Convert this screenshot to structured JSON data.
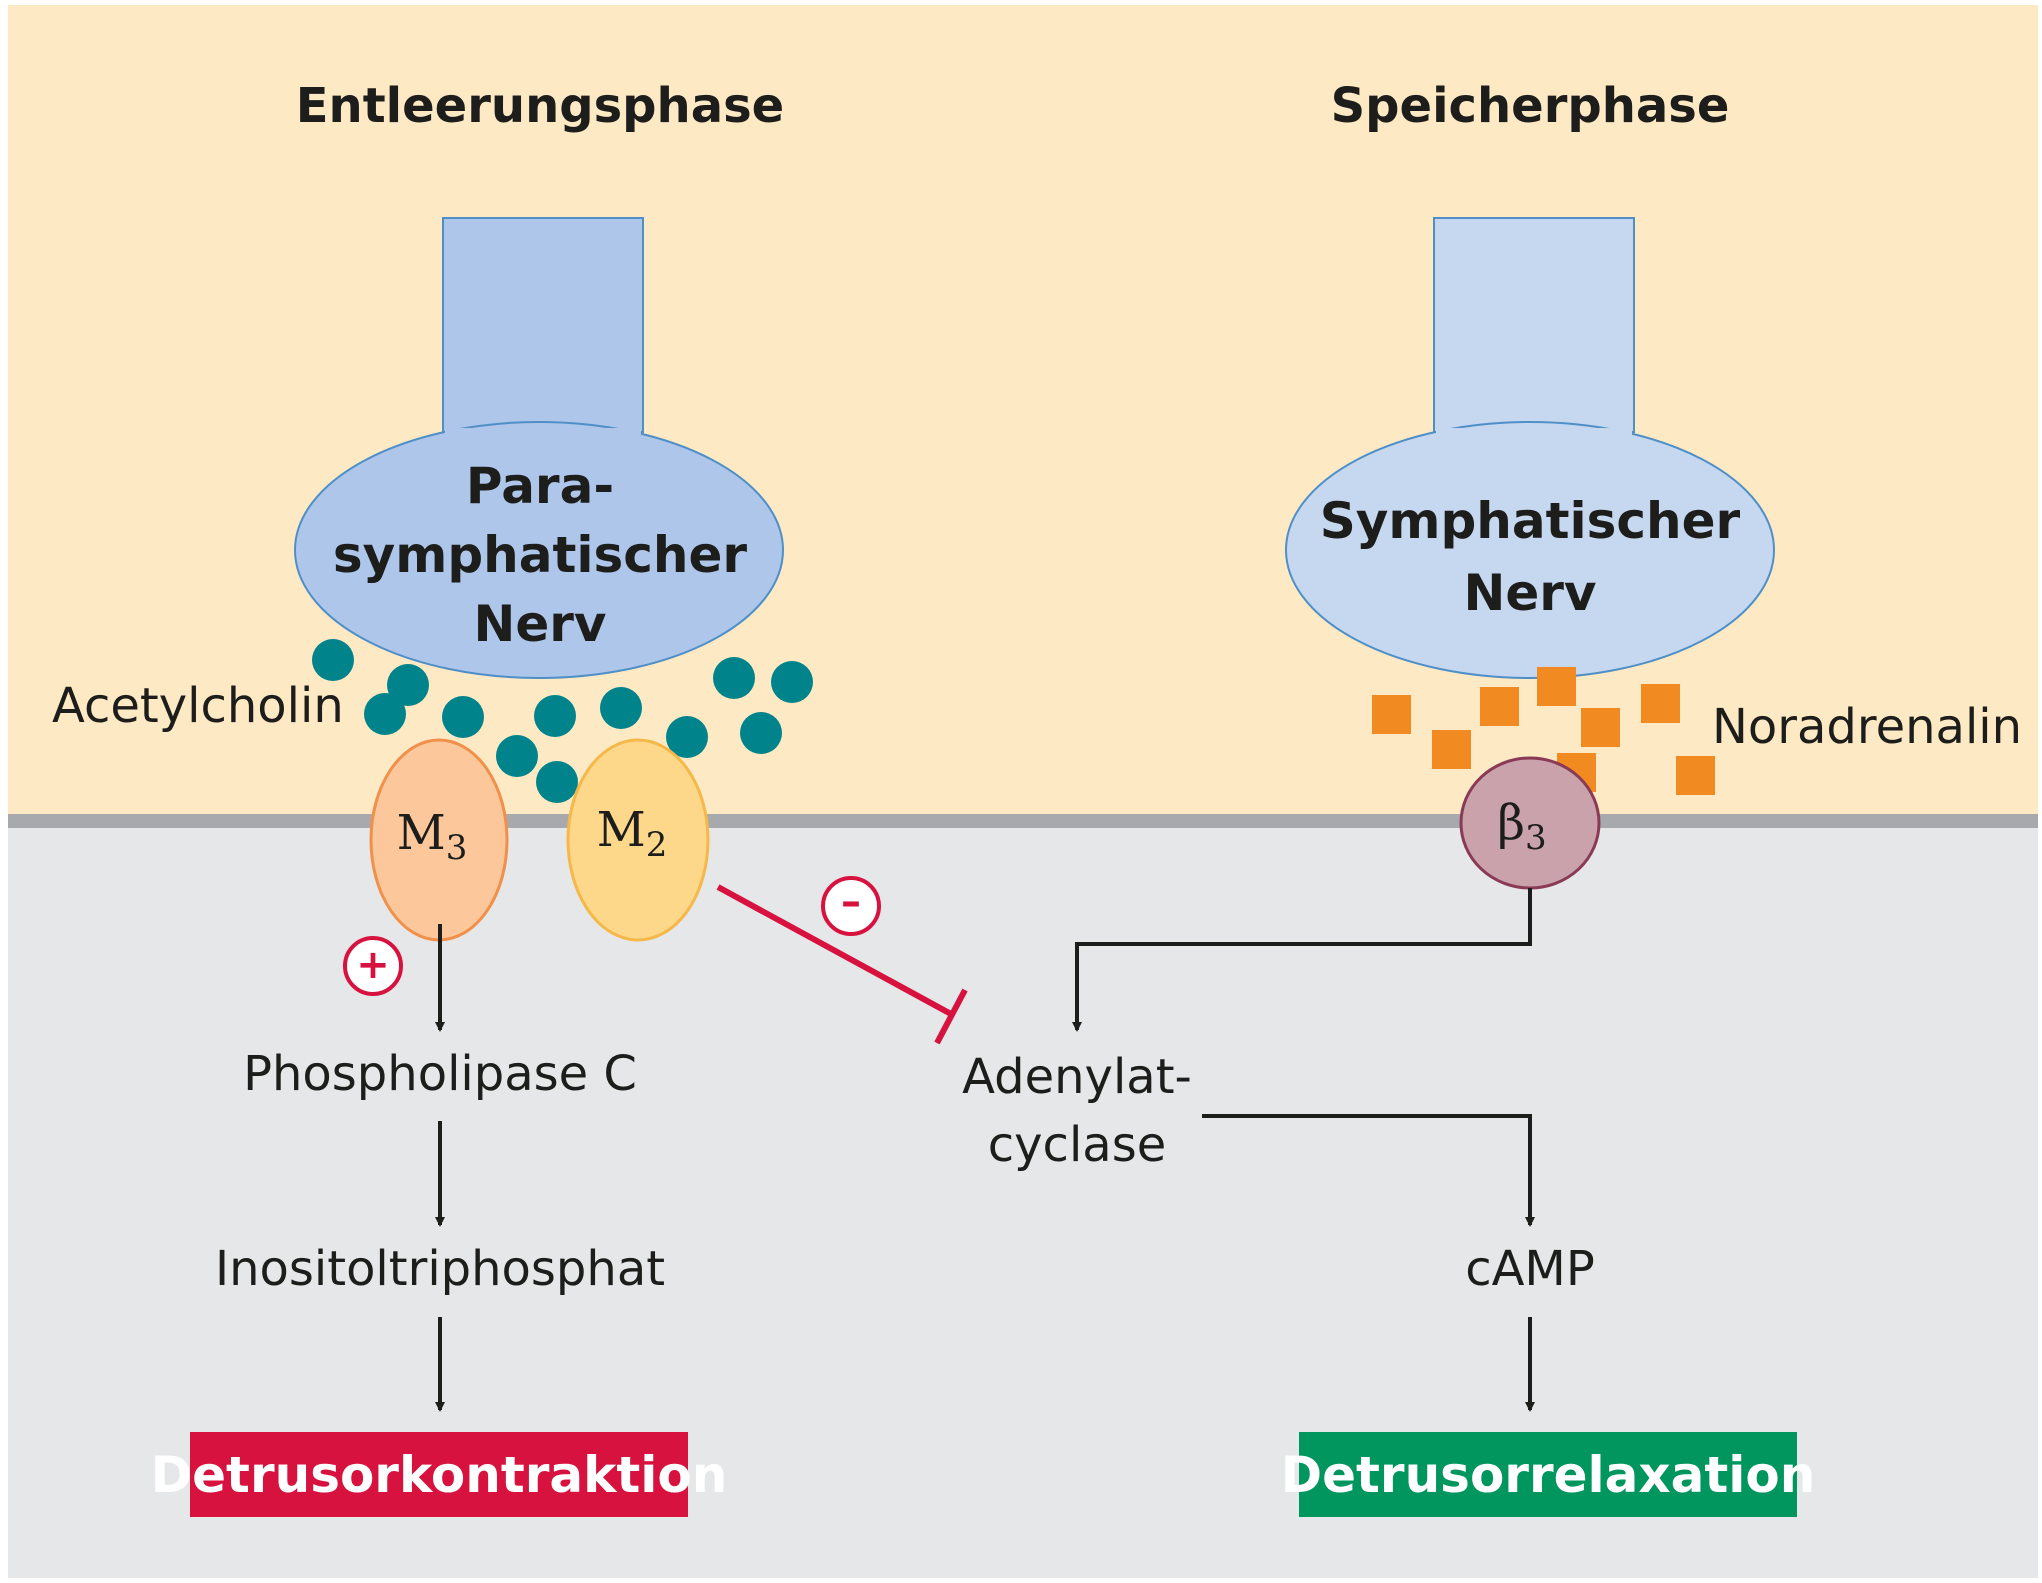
{
  "phases": {
    "left_title": "Entleerungsphase",
    "right_title": "Speicherphase"
  },
  "nerves": {
    "parasympathetic": [
      "Para-",
      "symphatischer",
      "Nerv"
    ],
    "sympathetic": [
      "Symphatischer",
      "Nerv"
    ]
  },
  "transmitters": {
    "acetylcholine": "Acetylcholin",
    "noradrenaline": "Noradrenalin"
  },
  "receptors": {
    "m3": {
      "base": "M",
      "sub": "3"
    },
    "m2": {
      "base": "M",
      "sub": "2"
    },
    "beta3": {
      "base": "β",
      "sub": "3"
    }
  },
  "pathway": {
    "phospholipase": "Phospholipase C",
    "inositol": "Inositoltriphosphat",
    "adenylate_line1": "Adenylat-",
    "adenylate_line2": "cyclase",
    "camp": "cAMP"
  },
  "outcomes": {
    "contraction": "Detrusorkontraktion",
    "relaxation": "Detrusorrelaxation"
  },
  "signs": {
    "plus": "+",
    "minus": "–"
  },
  "colors": {
    "extracellular_bg": "#fde9c4",
    "intracellular_bg": "#e6e7e8",
    "membrane": "#a7a9ac",
    "parasympathetic_nerve": "#adc6e9",
    "sympathetic_nerve": "#c6d7f0",
    "nerve_outline": "#4f8fc8",
    "acetylcholine_dot": "#00838a",
    "noradrenaline_square": "#f18a21",
    "m3_fill": "#fcc79a",
    "m3_outline": "#f0904a",
    "m2_fill": "#fdd78a",
    "m2_outline": "#f5b849",
    "beta3_fill": "#c9a2ac",
    "beta3_outline": "#8a3a55",
    "inhibition": "#d7123f",
    "arrow": "#1d1d1b",
    "contraction_box": "#d7123f",
    "relaxation_box": "#00965e"
  }
}
